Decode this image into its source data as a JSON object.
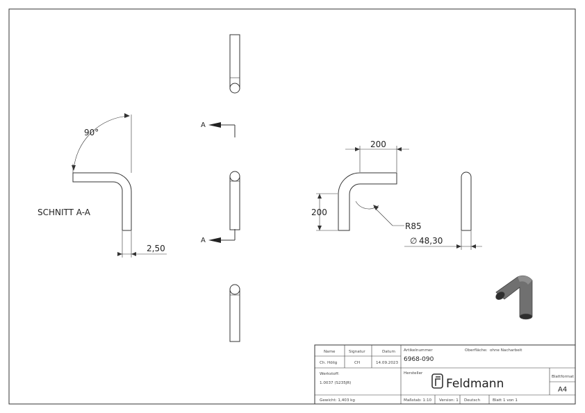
{
  "drawing": {
    "section_label": "SCHNITT A-A",
    "section_marker": "A",
    "angle": "90°",
    "wall_thickness": "2,50",
    "length_horizontal": "200",
    "length_vertical": "200",
    "bend_radius": "R85",
    "diameter": "48,30",
    "diameter_symbol": "∅"
  },
  "title_block": {
    "name_header": "Name",
    "signature_header": "Signatur",
    "date_header": "Datum",
    "name_value": "Ch. Hölig",
    "signature_value": "CH",
    "date_value": "14.09.2023",
    "article_label": "Artikelnummer",
    "article_value": "6968-090",
    "surface_label": "Oberfläche:",
    "surface_value": "ohne Nacharbeit",
    "material_label": "Werkstoff:",
    "material_value": "1.0037 (S235JR)",
    "manufacturer_label": "Hersteller",
    "brand": "Feldmann",
    "format_label": "Blattformat",
    "format_value": "A4",
    "weight": "Gewicht: 1,403 kg",
    "scale": "Maßstab: 1:10",
    "version": "Version: 1",
    "language": "Deutsch",
    "sheet": "Blatt 1 von 1"
  },
  "colors": {
    "line": "#333333",
    "tube_shade": "#6e6e6e"
  }
}
